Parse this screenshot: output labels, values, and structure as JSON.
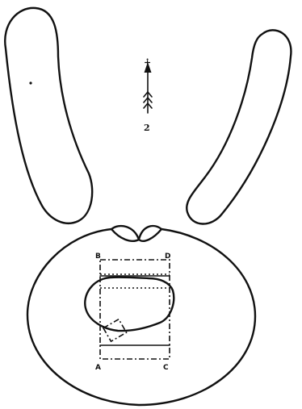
{
  "diagram": {
    "arrow": {
      "head_label": "∔",
      "tail_label": "2"
    },
    "corner_labels": {
      "top_left": "B",
      "top_right": "D",
      "bottom_left": "A",
      "bottom_right": "C"
    }
  }
}
